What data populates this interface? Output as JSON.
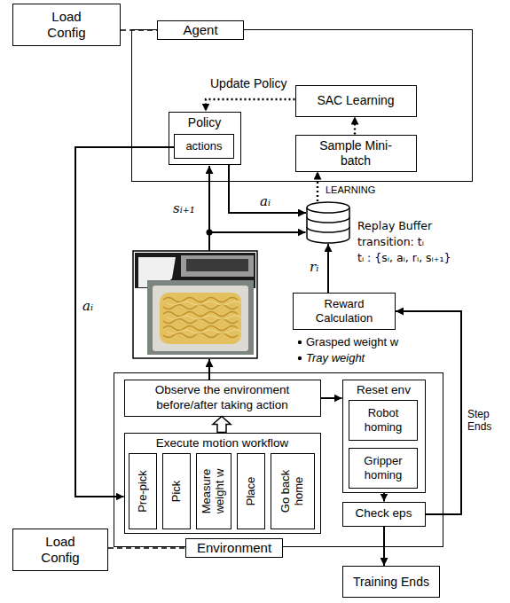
{
  "diagram": {
    "nodes": [
      {
        "text": [
          "Load Config"
        ]
      },
      {
        "text": [
          "Agent"
        ]
      },
      {
        "text": [
          "Policy"
        ],
        "in": 1
      },
      {
        "text": [
          "actions"
        ],
        "in": 2
      },
      {
        "text": [
          "SAC Learning"
        ],
        "in": 1
      },
      {
        "text": [
          "Sample Mini-batch"
        ],
        "in": 1
      },
      {
        "text": [
          "Replay Buffer",
          "transition: tᵢ",
          "tᵢ : {sᵢ, aᵢ, rᵢ, sᵢ₊₁}"
        ]
      },
      {
        "text": [
          "Reward Calculation"
        ]
      },
      {
        "text": [
          "Environment"
        ]
      },
      {
        "text": [
          "Observe the environment before/after taking action"
        ],
        "in": 8
      },
      {
        "text": [
          "Execute motion workflow"
        ],
        "in": 8
      },
      {
        "text": [
          "Pre-pick"
        ],
        "in": 10
      },
      {
        "text": [
          "Pick"
        ],
        "in": 10
      },
      {
        "text": [
          "Measure weight w"
        ],
        "in": 10
      },
      {
        "text": [
          "Place"
        ],
        "in": 10
      },
      {
        "text": [
          "Go back home"
        ],
        "in": 10
      },
      {
        "text": [
          "Reset env"
        ],
        "in": 8
      },
      {
        "text": [
          "Robot homing"
        ],
        "in": 16
      },
      {
        "text": [
          "Gripper homing"
        ],
        "in": 16
      },
      {
        "text": [
          "Check eps"
        ],
        "in": 8
      },
      {
        "text": [
          "Load Config"
        ]
      },
      {
        "text": [
          "Training Ends"
        ]
      }
    ],
    "edges": [
      {
        "from": 0,
        "to": 1,
        "arrow": "none"
      },
      {
        "from": 4,
        "to": 2,
        "label": "Update Policy",
        "arrow": "to"
      },
      {
        "from": 5,
        "to": 4,
        "arrow": "to"
      },
      {
        "from": 6,
        "to": 5,
        "label": "LEARNING",
        "arrow": "to"
      },
      {
        "from": 2,
        "to": 6,
        "label": "aᵢ",
        "arrow": "to"
      },
      {
        "from": 3,
        "to": 10,
        "label": "aᵢ",
        "arrow": "to"
      },
      {
        "from": 7,
        "to": 6,
        "label": "rᵢ",
        "arrow": "to"
      },
      {
        "from": 10,
        "to": 9,
        "arrow": "to"
      },
      {
        "from": 9,
        "to": 16,
        "arrow": "to"
      },
      {
        "from": 16,
        "to": 19,
        "arrow": "to"
      },
      {
        "from": 19,
        "to": 7,
        "label": "Step Ends",
        "arrow": "to"
      },
      {
        "from": 19,
        "to": 21,
        "arrow": "to"
      },
      {
        "from": 20,
        "to": 8,
        "arrow": "none"
      }
    ],
    "labels": [
      "sᵢ₊₁",
      "Grasped weight w",
      "Tray weight"
    ]
  }
}
